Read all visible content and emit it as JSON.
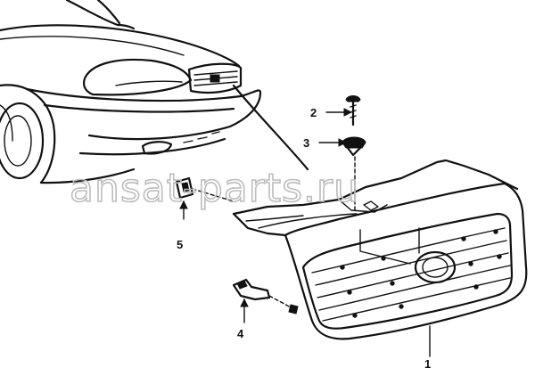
{
  "callouts": [
    {
      "id": "1",
      "label": "1",
      "part": "grille"
    },
    {
      "id": "2",
      "label": "2",
      "part": "screw"
    },
    {
      "id": "3",
      "label": "3",
      "part": "clip-nut"
    },
    {
      "id": "4",
      "label": "4",
      "part": "bracket-clip"
    },
    {
      "id": "5",
      "label": "5",
      "part": "retainer-clip"
    }
  ],
  "watermark": {
    "text": "ansat-parts.ru",
    "color": "#bdbdbd"
  },
  "colors": {
    "ink": "#111111",
    "background": "#ffffff"
  }
}
